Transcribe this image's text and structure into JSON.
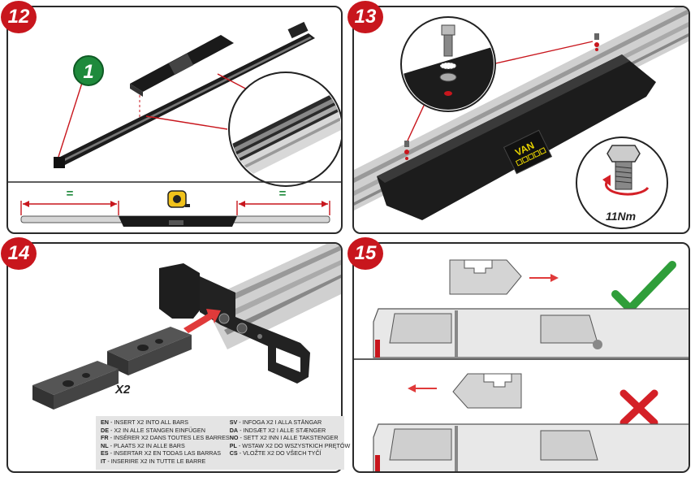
{
  "steps": [
    {
      "number": "12"
    },
    {
      "number": "13",
      "torque": "11Nm",
      "plate_label": "VAN"
    },
    {
      "number": "14",
      "multiplier": "X2"
    },
    {
      "number": "15"
    }
  ],
  "callout_badge": "1",
  "equal_sign": "=",
  "instructions": [
    {
      "code": "EN",
      "text": " - INSERT X2 INTO ALL BARS"
    },
    {
      "code": "DE",
      "text": " - X2 IN ALLE STANGEN EINFÜGEN"
    },
    {
      "code": "FR",
      "text": " - INSÉRER X2 DANS TOUTES LES BARRES"
    },
    {
      "code": "NL",
      "text": " - PLAATS X2 IN ALLE BARS"
    },
    {
      "code": "ES",
      "text": " - INSERTAR X2 EN TODAS LAS BARRAS"
    },
    {
      "code": "IT",
      "text": " - INSERIRE X2 IN TUTTE LE BARRE"
    },
    {
      "code": "SV",
      "text": " - INFOGA X2 I ALLA STÄNGAR"
    },
    {
      "code": "DA",
      "text": " - INDSÆT X2 I ALLE STÆNGER"
    },
    {
      "code": "NO",
      "text": " - SETT X2 INN I ALLE TAKSTENGER"
    },
    {
      "code": "PL",
      "text": " - WSTAW X2 DO WSZYSTKICH PRĘTÓW"
    },
    {
      "code": "CS",
      "text": " - VLOŽTE X2 DO VŠECH TYČÍ"
    }
  ],
  "colors": {
    "badge_red": "#c8161d",
    "callout_green": "#1f8a3c",
    "check_green": "#2f9e3a",
    "cross_red": "#d42027",
    "plate_yellow": "#e6d200",
    "arrow_red": "#e03a3a"
  }
}
